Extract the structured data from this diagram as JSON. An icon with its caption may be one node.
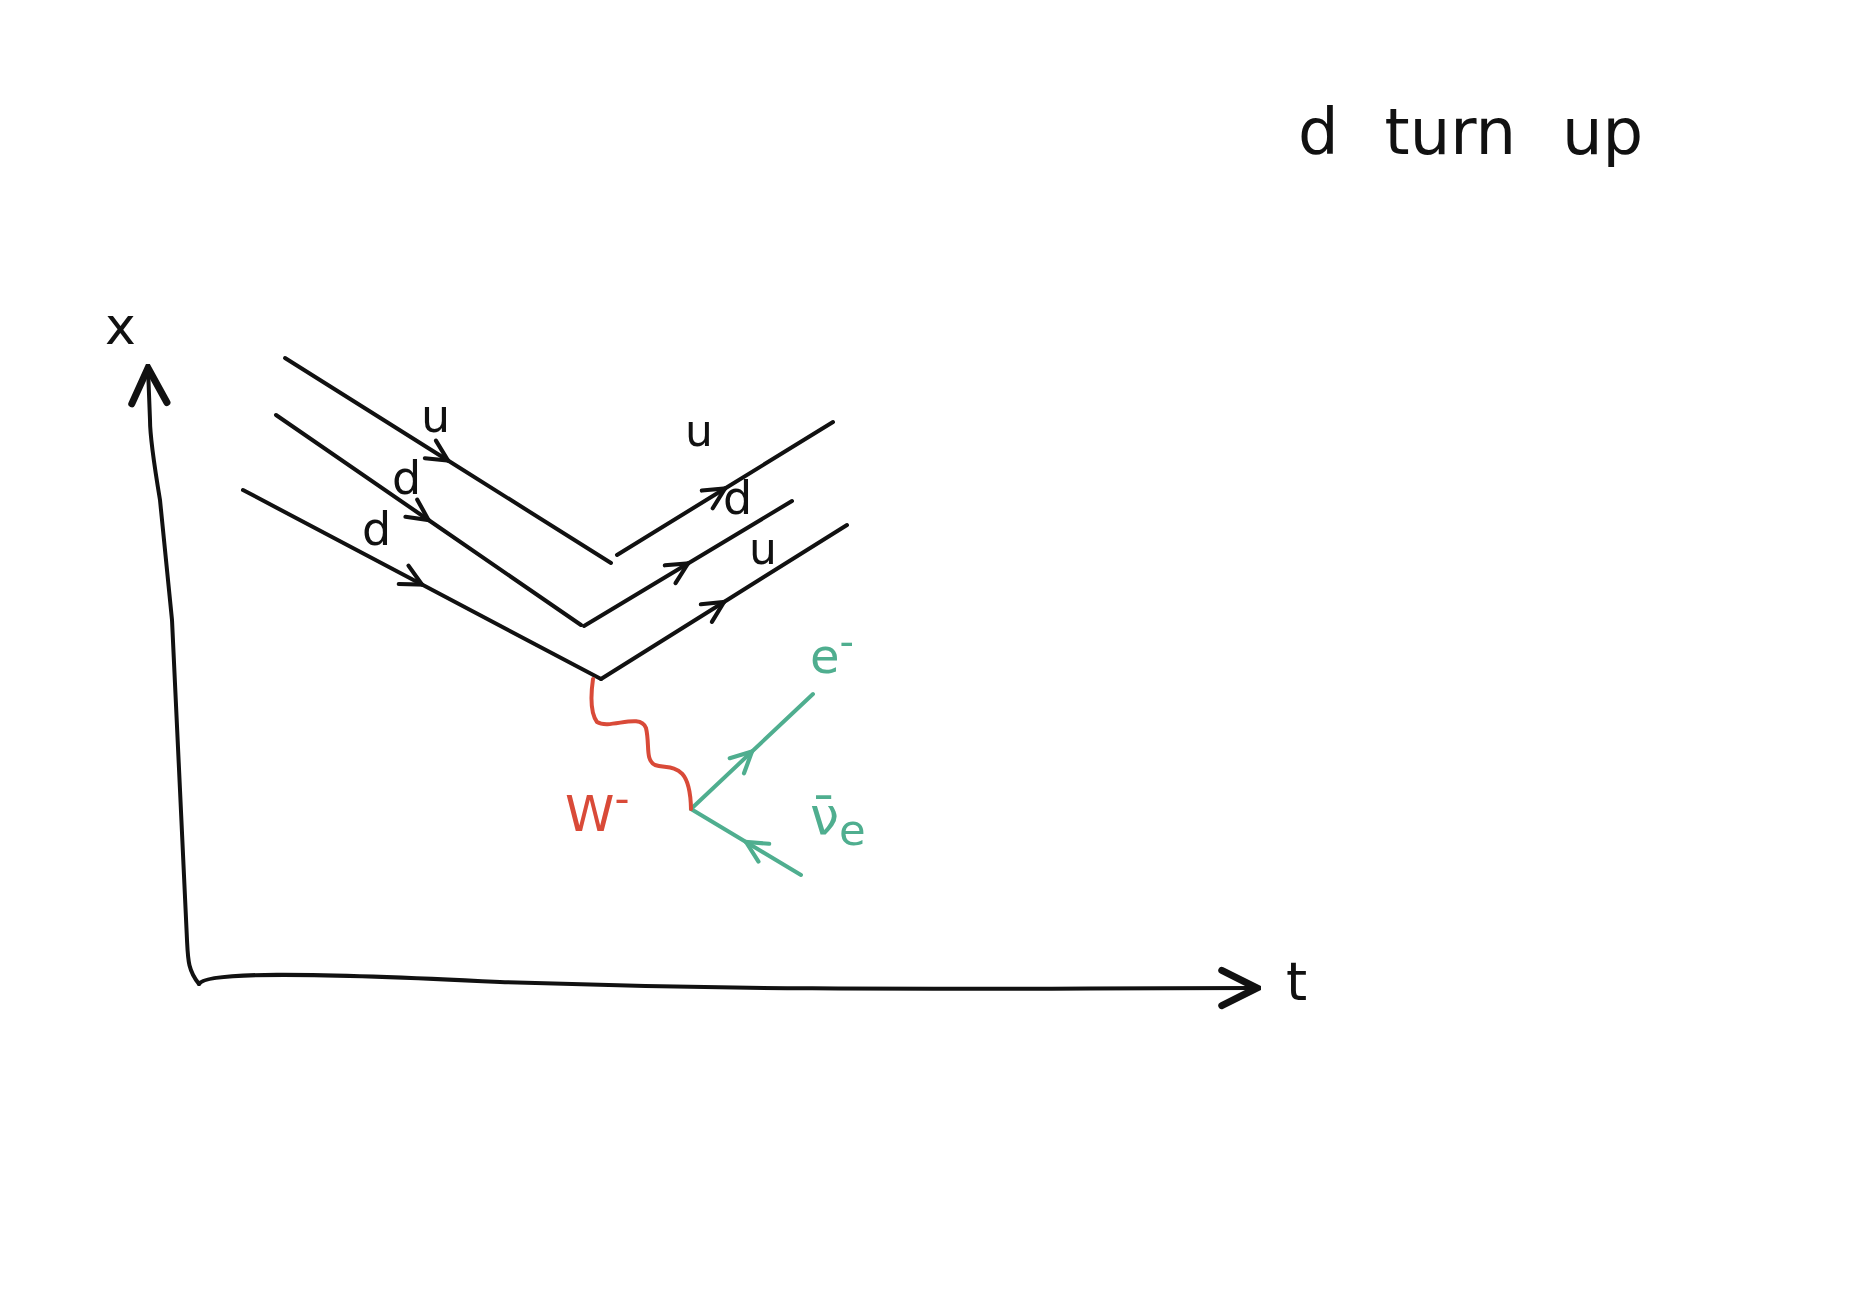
{
  "diagram": {
    "labels": [
      "d turn up",
      "x",
      "u",
      "u",
      "d",
      "d",
      "d",
      "u",
      "e$^{-}$",
      "W$^{-}$",
      "ν̄$_{e}$",
      "t"
    ]
  }
}
